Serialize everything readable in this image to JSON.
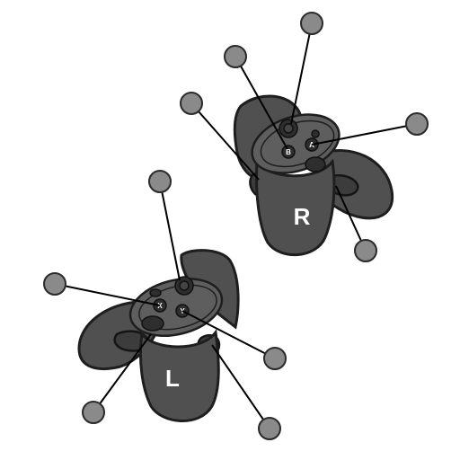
{
  "controllers": {
    "right": {
      "label": "R",
      "buttons": [
        "B",
        "A"
      ]
    },
    "left": {
      "label": "L",
      "buttons": [
        "X",
        "Y"
      ]
    }
  },
  "colors": {
    "body": "#505050",
    "outline": "#1e1e1e",
    "callout_dot": "#8a8a8a",
    "callout_line": "#000000"
  }
}
